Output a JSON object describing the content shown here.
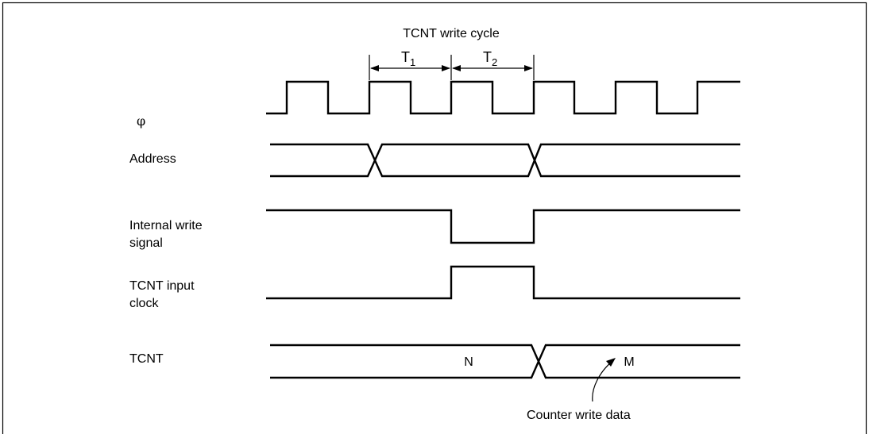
{
  "title": "TCNT write cycle",
  "cycles": [
    {
      "letter": "T",
      "subscript": "1"
    },
    {
      "letter": "T",
      "subscript": "2"
    }
  ],
  "signals": {
    "phi": {
      "line1": "φ",
      "line2": ""
    },
    "address": {
      "line1": "Address",
      "line2": ""
    },
    "write_signal": {
      "line1": "Internal write",
      "line2": "signal"
    },
    "input_clock": {
      "line1": "TCNT input",
      "line2": "clock"
    },
    "tcnt": {
      "line1": "TCNT",
      "line2": ""
    }
  },
  "tcnt_values": {
    "before": "N",
    "after": "M"
  },
  "annotation": "Counter write data"
}
